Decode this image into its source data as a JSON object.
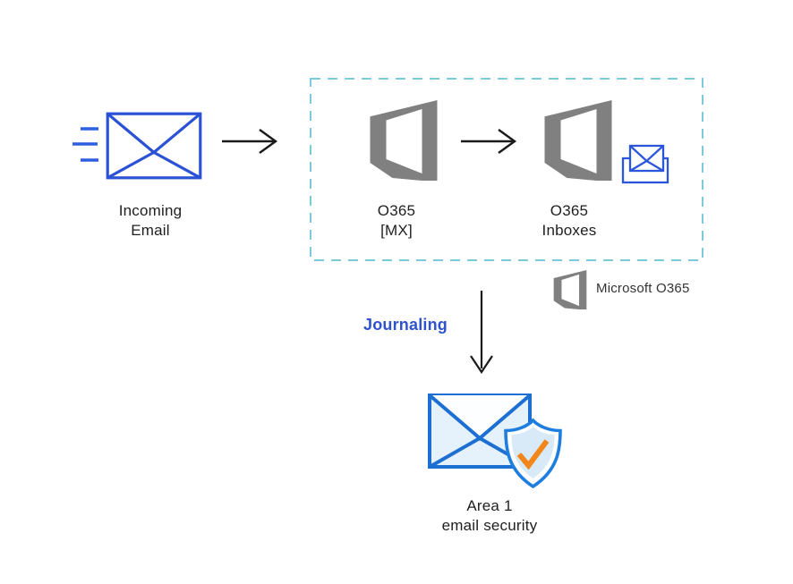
{
  "diagram": {
    "nodes": {
      "incoming_email": {
        "line1": "Incoming",
        "line2": "Email"
      },
      "o365_mx": {
        "line1": "O365",
        "line2": "[MX]"
      },
      "o365_inboxes": {
        "line1": "O365",
        "line2": "Inboxes"
      },
      "area1": {
        "line1": "Area 1",
        "line2": "email security"
      }
    },
    "labels": {
      "journaling": "Journaling",
      "legend": "Microsoft O365"
    },
    "icons": {
      "incoming_email": "envelope-with-speed-lines-icon",
      "o365": "office365-logo-icon",
      "inboxes": "inbox-tray-envelope-icon",
      "area1": "envelope-shield-check-icon"
    },
    "colors": {
      "envelope_blue": "#2b52d4",
      "speed_line_blue": "#2e5fe0",
      "office_gray": "#808080",
      "dashed_border_teal": "#7ccad9",
      "arrow_black": "#1a1a1a",
      "journaling_blue": "#2f53cb",
      "area1_envelope_stroke": "#1d6fd2",
      "area1_envelope_fill": "#e6f2fb",
      "shield_stroke": "#1e7ee0",
      "shield_inner_fill": "#d8eaf8",
      "check_orange": "#f28618",
      "text_black": "#1f1f1f"
    }
  }
}
